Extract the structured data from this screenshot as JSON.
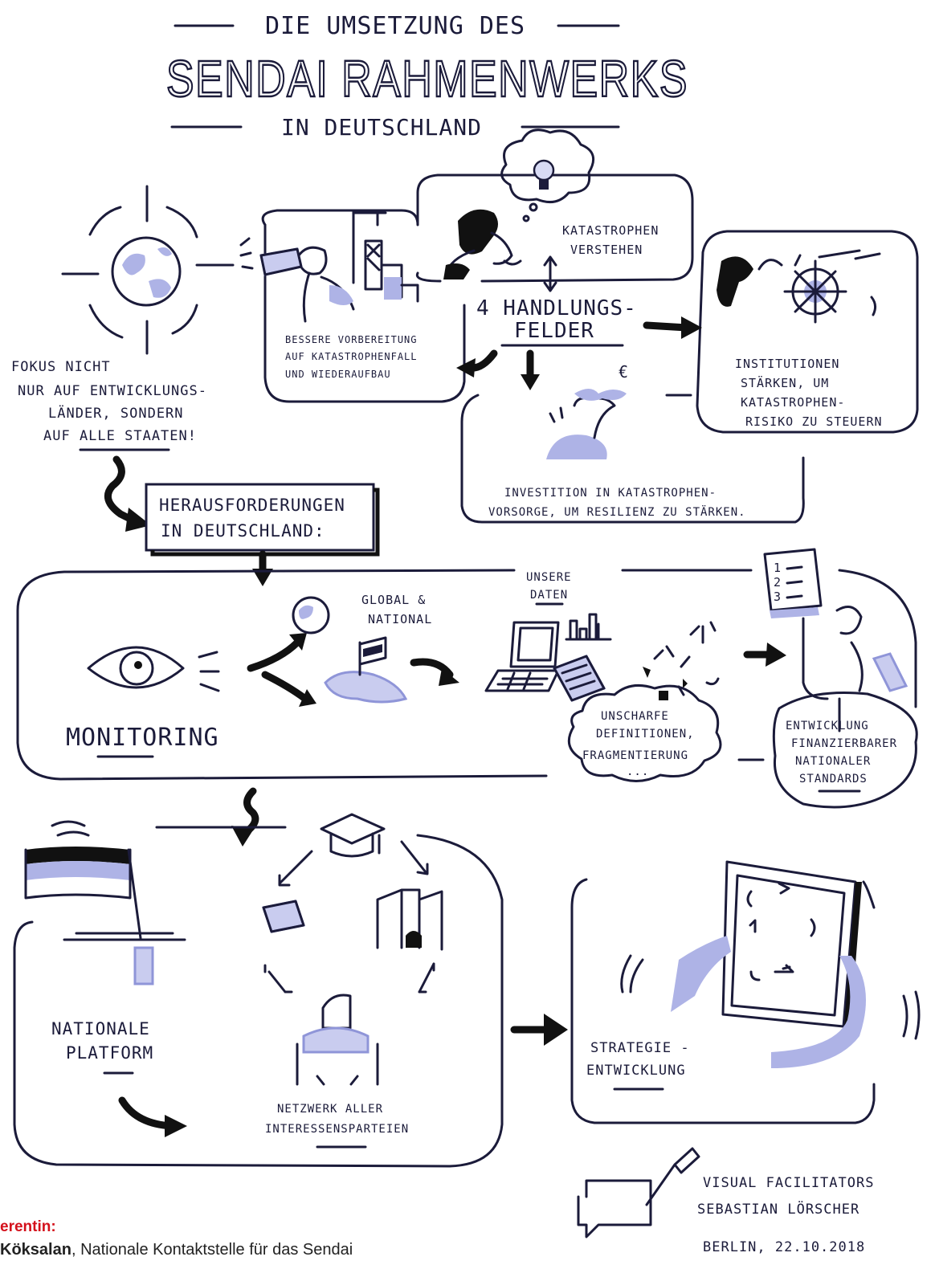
{
  "title": {
    "line1": "DIE UMSETZUNG DES",
    "line2": "SENDAI RAHMENWERKS",
    "line3": "IN DEUTSCHLAND"
  },
  "labels": {
    "fokus": [
      "FOKUS NICHT",
      "NUR AUF ENTWICKLUNGS-",
      "LÄNDER, SONDERN",
      "AUF ALLE STAATEN!"
    ],
    "vorbereitung": [
      "BESSERE VORBEREITUNG",
      "AUF KATASTROPHENFALL",
      "UND WIEDERAUFBAU"
    ],
    "verstehen": [
      "KATASTROPHEN",
      "VERSTEHEN"
    ],
    "handlungsfelder": [
      "4 HANDLUNGS-",
      "FELDER"
    ],
    "institutionen": [
      "INSTITUTIONEN",
      "STÄRKEN, UM",
      "KATASTROPHEN-",
      "RISIKO ZU STEUERN"
    ],
    "investition": [
      "INVESTITION IN KATASTROPHEN-",
      "VORSORGE, UM RESILIENZ ZU STÄRKEN."
    ],
    "herausforderungen": [
      "HERAUSFORDERUNGEN",
      "IN DEUTSCHLAND:"
    ],
    "global": [
      "GLOBAL &",
      "NATIONAL"
    ],
    "daten": [
      "UNSERE",
      "DATEN"
    ],
    "unscharfe": [
      "UNSCHARFE",
      "DEFINITIONEN,",
      "FRAGMENTIERUNG",
      "..."
    ],
    "standards": [
      "ENTWICKLUNG",
      "FINANZIERBARER",
      "NATIONALER",
      "STANDARDS"
    ],
    "monitoring": "MONITORING",
    "plattform": [
      "NATIONALE",
      "PLATFORM"
    ],
    "netzwerk": [
      "NETZWERK ALLER",
      "INTERESSENSPARTEIEN"
    ],
    "strategie": [
      "STRATEGIE -",
      "ENTWICKLUNG"
    ],
    "list_numbers": [
      "1",
      "2",
      "3"
    ],
    "euro": "€"
  },
  "signature": {
    "role": "VISUAL FACILITATORS",
    "name": "SEBASTIAN LÖRSCHER",
    "place_date": "BERLIN, 22.10.2018"
  },
  "footer": {
    "heading": "erentin:",
    "speaker_name": "Köksalan",
    "speaker_role": "Nationale Kontaktstelle für das Sendai"
  },
  "colors": {
    "ink": "#1b1b3a",
    "accent": "#aeb3e6",
    "footer_heading": "#d4101b"
  }
}
